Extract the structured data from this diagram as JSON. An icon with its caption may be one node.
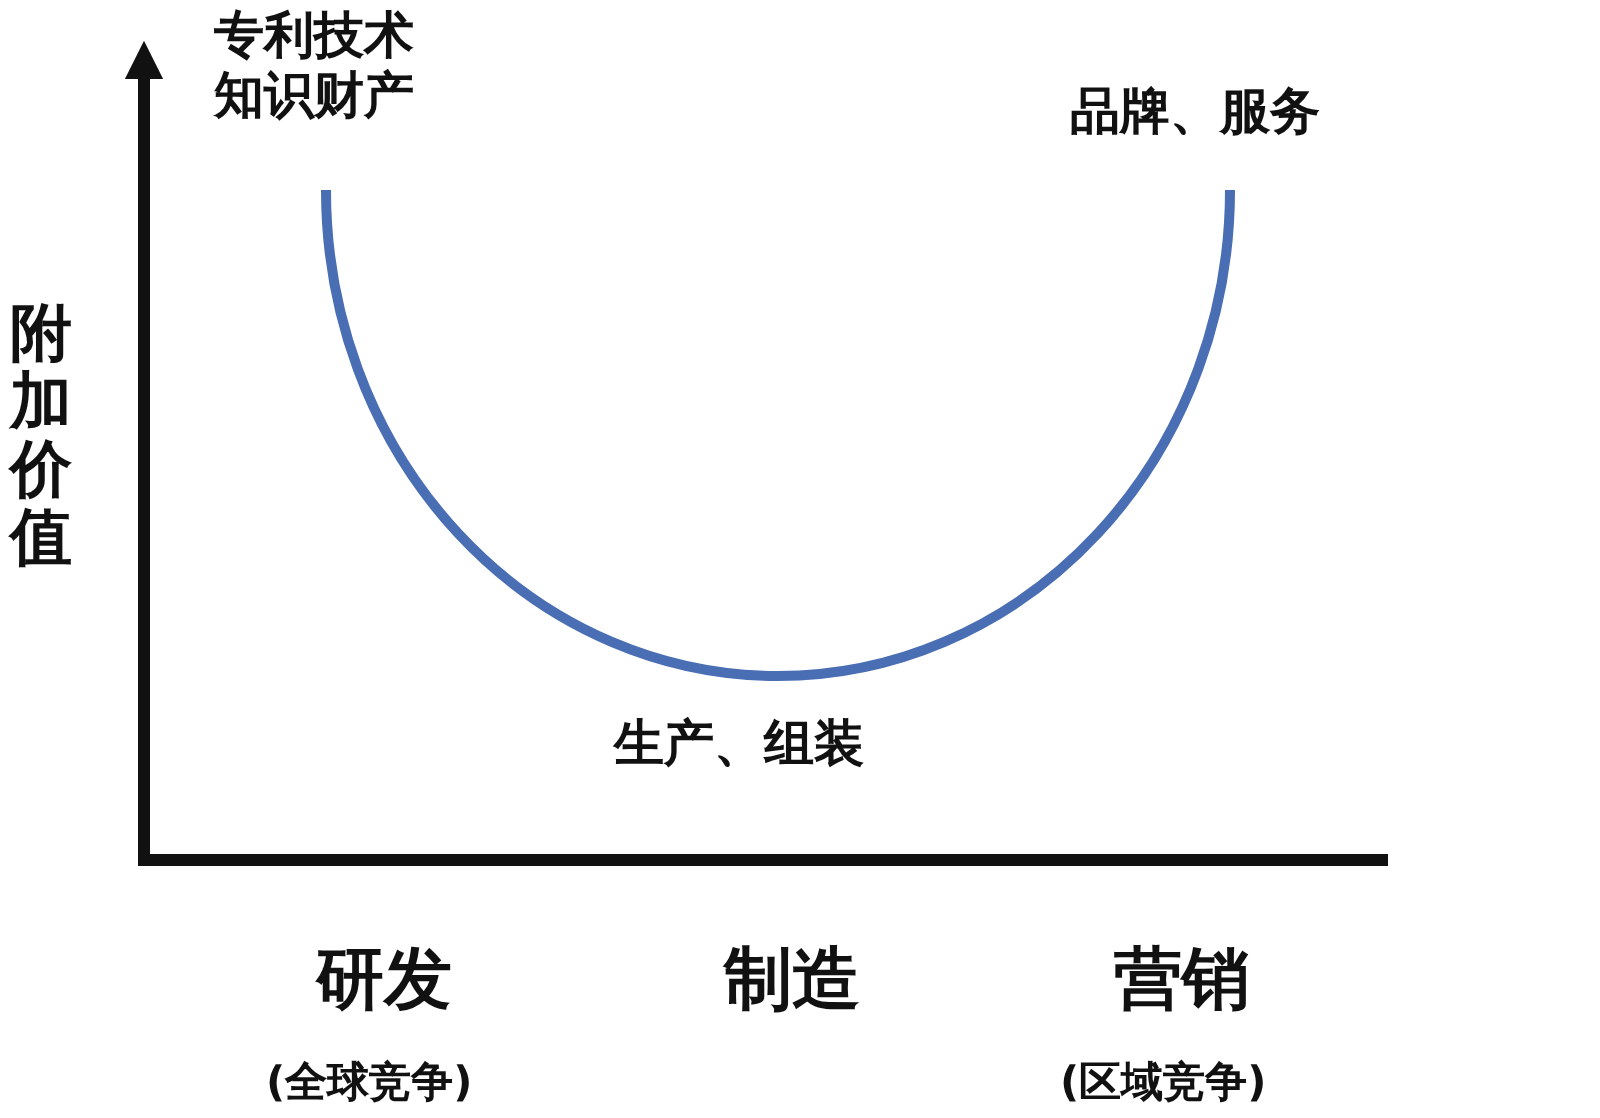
{
  "diagram": {
    "labels": [
      "专利技术",
      "知识财产",
      "品牌、服务",
      "附加价值",
      "生产、组装",
      "研发",
      "制造",
      "营销",
      "(全球竞争)",
      "(区域竞争)"
    ]
  }
}
